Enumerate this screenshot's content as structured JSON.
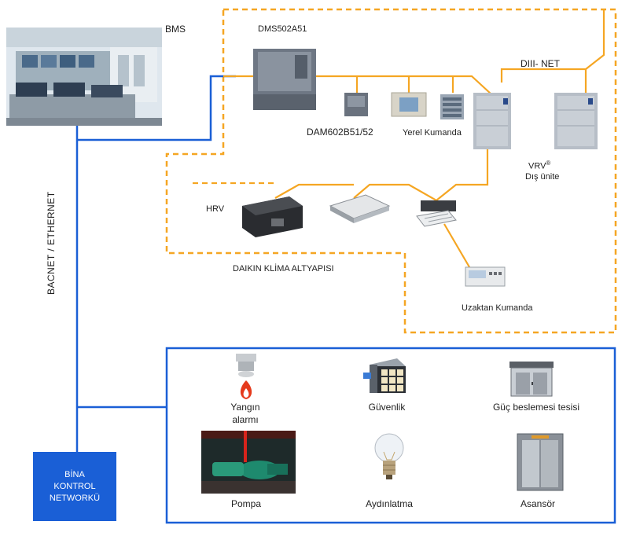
{
  "labels": {
    "bms": "BMS",
    "dms": "DMS502A51",
    "dam": "DAM602B51/52",
    "yerel": "Yerel Kumanda",
    "diii": "DIII- NET",
    "vrv": "VRV",
    "vrv_sup": "®",
    "dis_unite": "Dış ünite",
    "hrv": "HRV",
    "daikin": "DAIKIN KLİMA ALTYAPISI",
    "uzaktan": "Uzaktan Kumanda",
    "bacnet": "BACNET / ETHERNET",
    "bina": [
      "BİNA",
      "KONTROL",
      "NETWORKÜ"
    ]
  },
  "systems": {
    "yangin": [
      "Yangın",
      "alarmı"
    ],
    "guvenlik": "Güvenlik",
    "guc": "Güç beslemesi tesisi",
    "pompa": "Pompa",
    "aydinlatma": "Aydınlatma",
    "asansor": "Asansör"
  },
  "colors": {
    "ethernet": "#1a5fd6",
    "diii_net": "#f5a623",
    "daikin_boundary": "#f5a623",
    "bina_box": "#1a5fd6"
  }
}
